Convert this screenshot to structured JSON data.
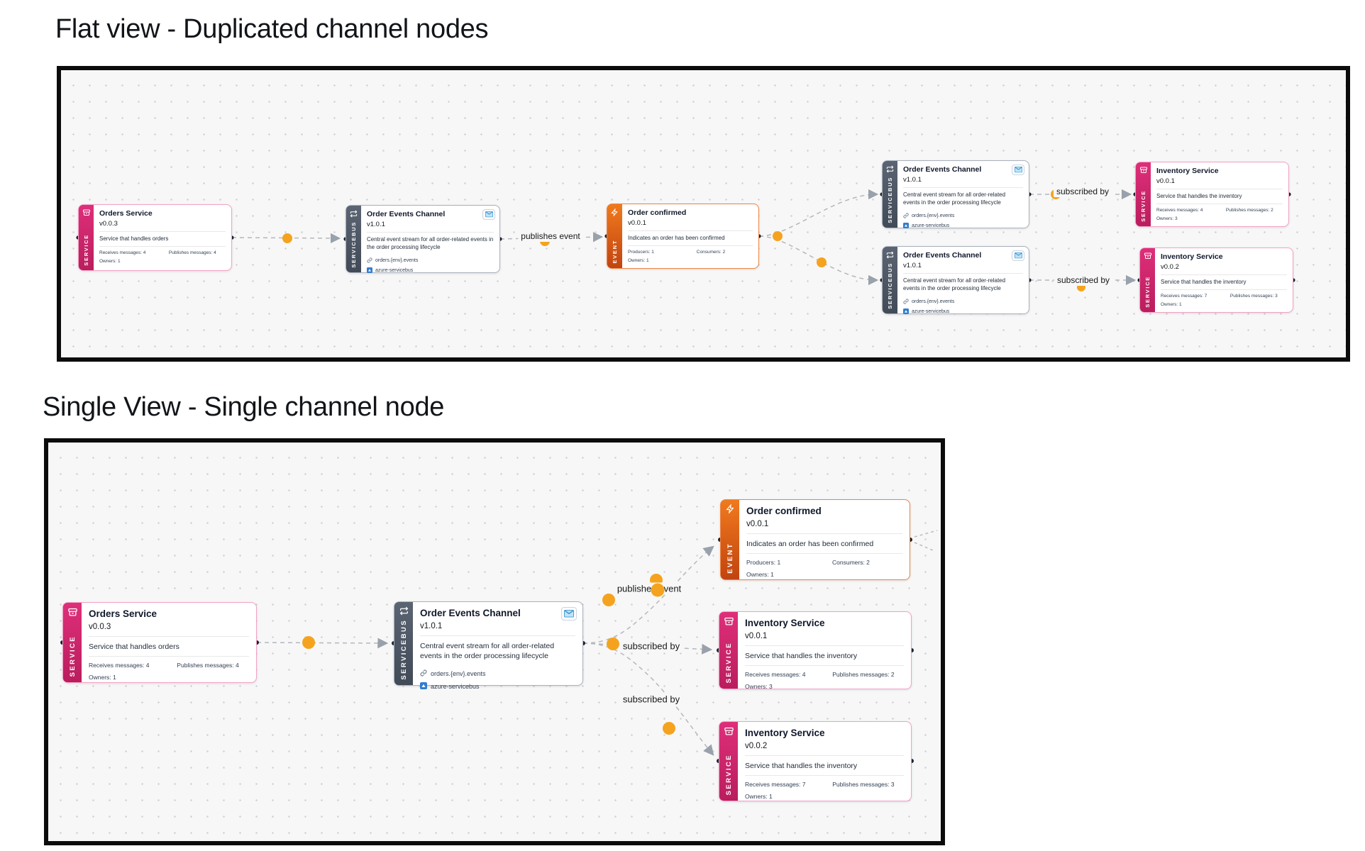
{
  "titles": {
    "flat": "Flat view - Duplicated channel nodes",
    "single": "Single View - Single channel node"
  },
  "type_labels": {
    "service": "SERVICE",
    "servicebus": "SERVICEBUS",
    "event": "EVENT"
  },
  "edge_labels": {
    "publishes_event": "publishes event",
    "subscribed_by": "subscribed by"
  },
  "nodes": {
    "orders_service": {
      "title": "Orders Service",
      "version": "v0.0.3",
      "description": "Service that handles orders",
      "receives": "Receives messages: 4",
      "publishes": "Publishes messages: 4",
      "owners": "Owners: 1"
    },
    "order_events_channel": {
      "title": "Order Events Channel",
      "version": "v1.0.1",
      "description": "Central event stream for all order-related events in the order processing lifecycle",
      "address": "orders.{env}.events",
      "protocol": "azure-servicebus"
    },
    "order_confirmed": {
      "title": "Order confirmed",
      "version": "v0.0.1",
      "description": "Indicates an order has been confirmed",
      "producers": "Producers: 1",
      "consumers": "Consumers: 2",
      "owners": "Owners: 1"
    },
    "inventory_service_1": {
      "title": "Inventory Service",
      "version": "v0.0.1",
      "description": "Service that handles the inventory",
      "receives": "Receives messages: 4",
      "publishes": "Publishes messages: 2",
      "owners": "Owners: 3"
    },
    "inventory_service_2": {
      "title": "Inventory Service",
      "version": "v0.0.2",
      "description": "Service that handles the inventory",
      "receives": "Receives messages: 7",
      "publishes": "Publishes messages: 3",
      "owners": "Owners: 1"
    }
  },
  "colors": {
    "service": "#d6246e",
    "servicebus": "#475569",
    "event": "#ea580c",
    "flow_dot": "#f5a31e",
    "panel_border": "#0c0c0c"
  }
}
